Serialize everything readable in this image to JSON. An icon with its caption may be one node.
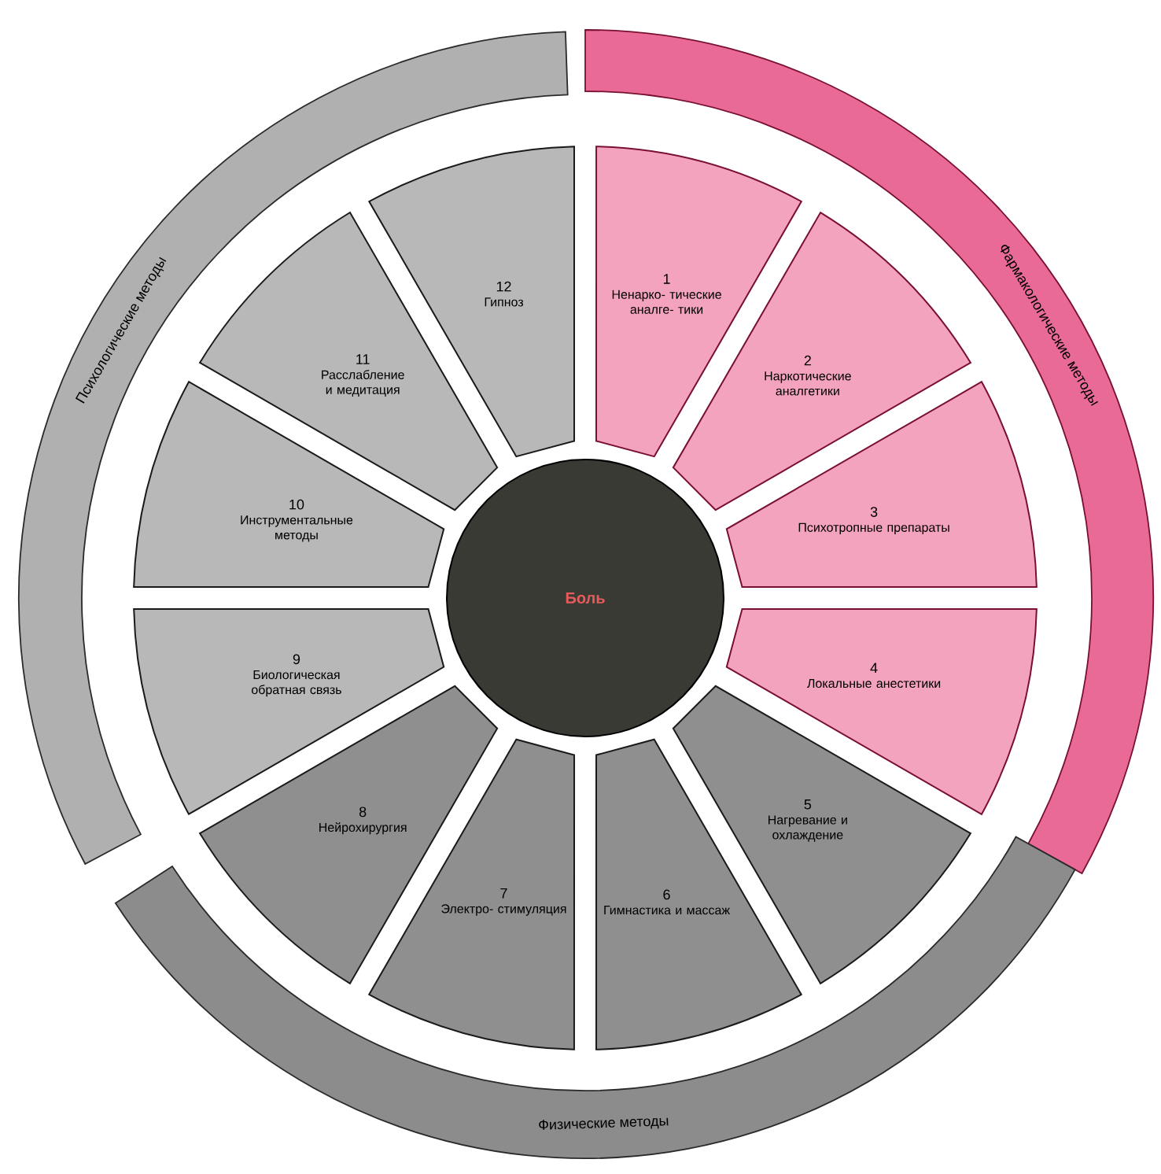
{
  "diagram": {
    "nodes": [
      {
        "text": [
          "Боль"
        ]
      },
      {
        "text": [
          "1",
          "Ненарко- тические аналге- тики"
        ]
      },
      {
        "text": [
          "2",
          "Наркотические аналгетики"
        ]
      },
      {
        "text": [
          "3",
          "Психотропные препараты"
        ]
      },
      {
        "text": [
          "4",
          "Локальные анестетики"
        ]
      },
      {
        "text": [
          "5",
          "Нагревание и охлаждение"
        ]
      },
      {
        "text": [
          "6",
          "Гимнастика и массаж"
        ]
      },
      {
        "text": [
          "7",
          "Электро- стимуляция"
        ]
      },
      {
        "text": [
          "8",
          "Нейрохирургия"
        ]
      },
      {
        "text": [
          "9",
          "Биологическая обратная связь"
        ]
      },
      {
        "text": [
          "10",
          "Инструментальные методы"
        ]
      },
      {
        "text": [
          "11",
          "Расслабление и медитация"
        ]
      },
      {
        "text": [
          "12",
          "Гипноз"
        ]
      },
      {
        "text": [
          "Фармакологические методы"
        ]
      },
      {
        "text": [
          "Физические методы"
        ]
      },
      {
        "text": [
          "Психологические методы"
        ]
      }
    ]
  }
}
